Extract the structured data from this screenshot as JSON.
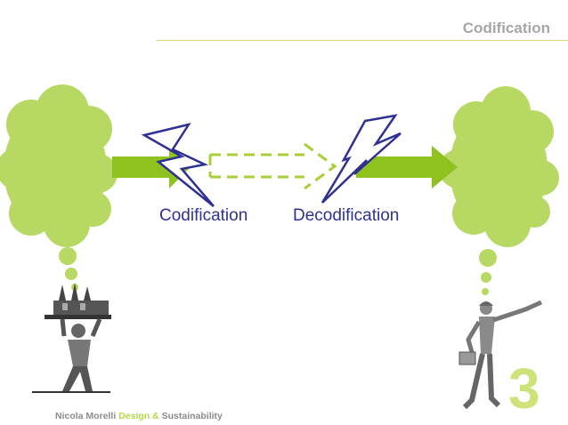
{
  "header": {
    "title": "Codification"
  },
  "labels": {
    "codification": "Codification",
    "decodification": "Decodification"
  },
  "footer": {
    "author": "Nicola Morelli",
    "design": "Design &",
    "sustainability": "Sustainability"
  },
  "page_number": "3",
  "colors": {
    "green": "#8dc21f",
    "cloud": "#b7d963",
    "navy": "#2e3192",
    "muted": "#a6a6a6"
  },
  "icons": [
    "cloud-icon",
    "factory-worker-icon",
    "lightning-icon",
    "arrow-icon",
    "pointing-man-icon"
  ]
}
